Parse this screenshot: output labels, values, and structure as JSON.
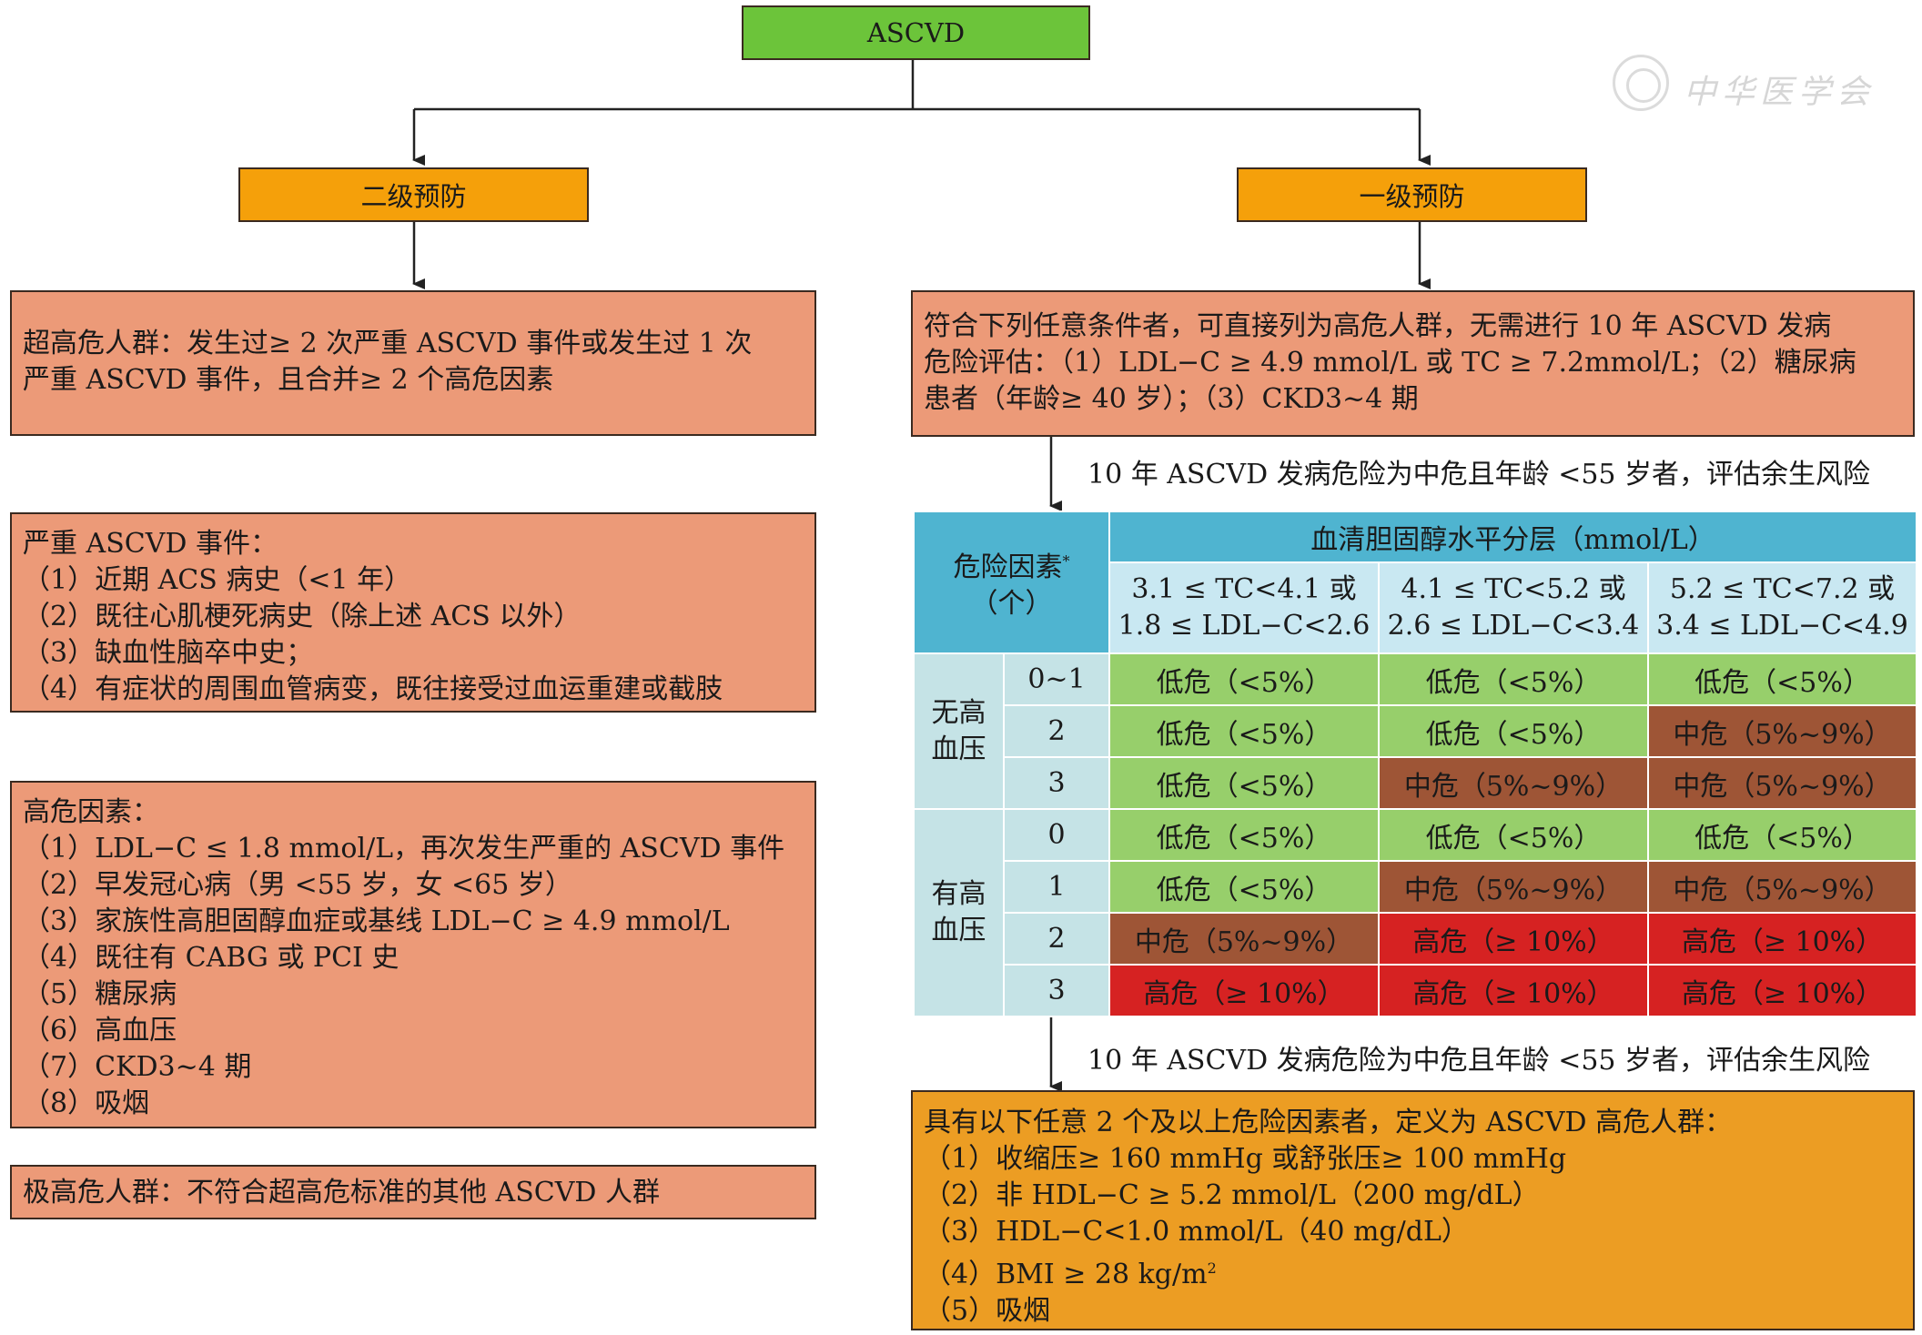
{
  "top": {
    "title": "ASCVD"
  },
  "left_branch": {
    "title": "二级预防",
    "extreme_risk": [
      "超高危人群：发生过≥ 2 次严重 ASCVD 事件或发生过 1 次",
      "严重 ASCVD 事件，且合并≥ 2 个高危因素"
    ],
    "severe_events": [
      "严重 ASCVD 事件：",
      "（1）近期 ACS 病史（<1 年）",
      "（2）既往心肌梗死病史（除上述 ACS 以外）",
      "（3）缺血性脑卒中史；",
      "（4）有症状的周围血管病变，既往接受过血运重建或截肢"
    ],
    "high_risk_factors": [
      "高危因素：",
      "（1）LDL−C ≤ 1.8 mmol/L，再次发生严重的 ASCVD 事件",
      "（2）早发冠心病（男 <55 岁，女 <65 岁）",
      "（3）家族性高胆固醇血症或基线 LDL−C ≥ 4.9 mmol/L",
      "（4）既往有 CABG 或 PCI 史",
      "（5）糖尿病",
      "（6）高血压",
      "（7）CKD3~4 期",
      "（8）吸烟"
    ],
    "very_high_risk": "极高危人群：不符合超高危标准的其他 ASCVD 人群"
  },
  "right_branch": {
    "title": "一级预防",
    "direct_high_risk": [
      "符合下列任意条件者，可直接列为高危人群，无需进行 10 年 ASCVD 发病",
      "危险评估：（1）LDL−C ≥ 4.9 mmol/L 或 TC ≥ 7.2mmol/L；（2）糖尿病",
      "患者（年龄≥ 40 岁）；（3）CKD3~4 期"
    ],
    "note_1": "10 年 ASCVD 发病危险为中危且年龄 <55 岁者，评估余生风险",
    "note_2": "10 年 ASCVD 发病危险为中危且年龄 <55 岁者，评估余生风险",
    "lifetime_box": {
      "intro": "具有以下任意 2 个及以上危险因素者，定义为 ASCVD 高危人群：",
      "items": [
        "（1）收缩压≥ 160 mmHg 或舒张压≥ 100 mmHg",
        "（2）非 HDL−C ≥ 5.2 mmol/L（200 mg/dL）",
        "（3）HDL−C<1.0 mmol/L（40 mg/dL）",
        "（4）BMI ≥ 28 kg/m",
        "（5）吸烟"
      ],
      "bmi_sup": "2"
    }
  },
  "risk_table": {
    "factor_header": "危险因素",
    "factor_header_mark": "*",
    "factor_header_unit": "（个）",
    "chol_header": "血清胆固醇水平分层（mmol/L）",
    "columns": [
      [
        "3.1 ≤ TC<4.1 或",
        "1.8 ≤ LDL−C<2.6"
      ],
      [
        "4.1 ≤ TC<5.2 或",
        "2.6 ≤ LDL−C<3.4"
      ],
      [
        "5.2 ≤ TC<7.2 或",
        "3.4 ≤ LDL−C<4.9"
      ]
    ],
    "groups": [
      {
        "label": [
          "无高",
          "血压"
        ],
        "rows": [
          {
            "n": "0~1",
            "cells": [
              {
                "t": "低危（<5%）",
                "level": "low"
              },
              {
                "t": "低危（<5%）",
                "level": "low"
              },
              {
                "t": "低危（<5%）",
                "level": "low"
              }
            ]
          },
          {
            "n": "2",
            "cells": [
              {
                "t": "低危（<5%）",
                "level": "low"
              },
              {
                "t": "低危（<5%）",
                "level": "low"
              },
              {
                "t": "中危（5%~9%）",
                "level": "mid"
              }
            ]
          },
          {
            "n": "3",
            "cells": [
              {
                "t": "低危（<5%）",
                "level": "low"
              },
              {
                "t": "中危（5%~9%）",
                "level": "mid"
              },
              {
                "t": "中危（5%~9%）",
                "level": "mid"
              }
            ]
          }
        ]
      },
      {
        "label": [
          "有高",
          "血压"
        ],
        "rows": [
          {
            "n": "0",
            "cells": [
              {
                "t": "低危（<5%）",
                "level": "low"
              },
              {
                "t": "低危（<5%）",
                "level": "low"
              },
              {
                "t": "低危（<5%）",
                "level": "low"
              }
            ]
          },
          {
            "n": "1",
            "cells": [
              {
                "t": "低危（<5%）",
                "level": "low"
              },
              {
                "t": "中危（5%~9%）",
                "level": "mid"
              },
              {
                "t": "中危（5%~9%）",
                "level": "mid"
              }
            ]
          },
          {
            "n": "2",
            "cells": [
              {
                "t": "中危（5%~9%）",
                "level": "mid"
              },
              {
                "t": "高危（≥ 10%）",
                "level": "high"
              },
              {
                "t": "高危（≥ 10%）",
                "level": "high"
              }
            ]
          },
          {
            "n": "3",
            "cells": [
              {
                "t": "高危（≥ 10%）",
                "level": "high"
              },
              {
                "t": "高危（≥ 10%）",
                "level": "high"
              },
              {
                "t": "高危（≥ 10%）",
                "level": "high"
              }
            ]
          }
        ]
      }
    ]
  },
  "watermark": {
    "text": "中华医学会",
    "seal": "seal-logo"
  },
  "colors": {
    "green": "#6cc43a",
    "orange": "#f5a00a",
    "salmon": "#ec9a78",
    "gold": "#ec9d23",
    "low": "#97cf6b",
    "mid": "#9e5536",
    "high": "#d62222",
    "table_header": "#4fb4d0"
  }
}
